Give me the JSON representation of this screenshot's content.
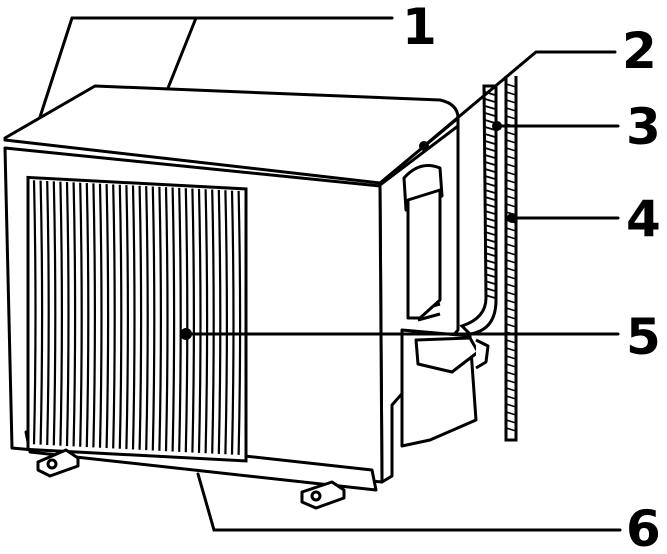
{
  "callouts": [
    {
      "id": "1",
      "label": "1"
    },
    {
      "id": "2",
      "label": "2"
    },
    {
      "id": "3",
      "label": "3"
    },
    {
      "id": "4",
      "label": "4"
    },
    {
      "id": "5",
      "label": "5"
    },
    {
      "id": "6",
      "label": "6"
    }
  ],
  "colors": {
    "line": "#000000",
    "fill": "#ffffff"
  }
}
